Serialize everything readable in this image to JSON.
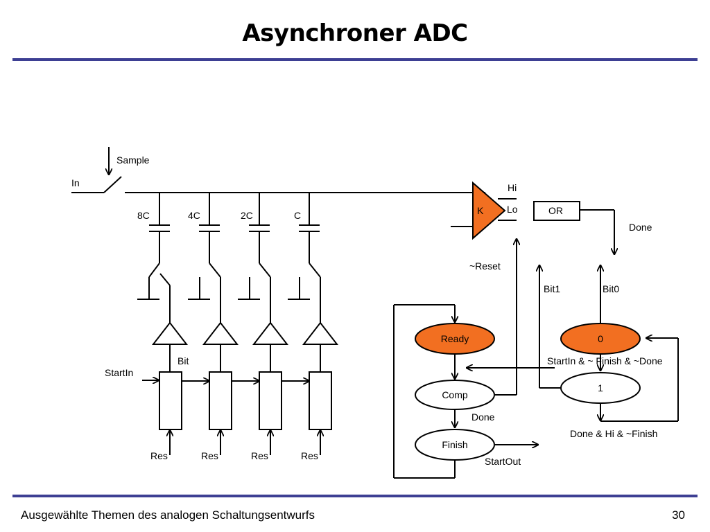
{
  "title": "Asynchroner ADC",
  "footer": {
    "left": "Ausgewählte Themen des analogen Schaltungsentwurfs",
    "page_number": "30"
  },
  "colors": {
    "rule": "#3d3f93",
    "accent": "#f26f21",
    "line": "#000000"
  },
  "labels": {
    "sample": "Sample",
    "in": "In",
    "cap_8c": "8C",
    "cap_4c": "4C",
    "cap_2c": "2C",
    "cap_c": "C",
    "bit": "Bit",
    "start_in": "StartIn",
    "res_1": "Res",
    "res_2": "Res",
    "res_3": "Res",
    "res_4": "Res",
    "hi": "Hi",
    "lo": "Lo",
    "comparator": "K",
    "or_gate": "OR",
    "done_top": "Done",
    "not_reset": "~Reset",
    "bit1": "Bit1",
    "bit0": "Bit0",
    "transition_start": "StartIn & ~ Finish & ~Done",
    "transition_done": "Done & Hi & ~Finish",
    "done_comp": "Done",
    "start_out": "StartOut"
  },
  "states": {
    "ready": "Ready",
    "comp": "Comp",
    "finish": "Finish",
    "bit_zero": "0",
    "bit_one": "1"
  }
}
